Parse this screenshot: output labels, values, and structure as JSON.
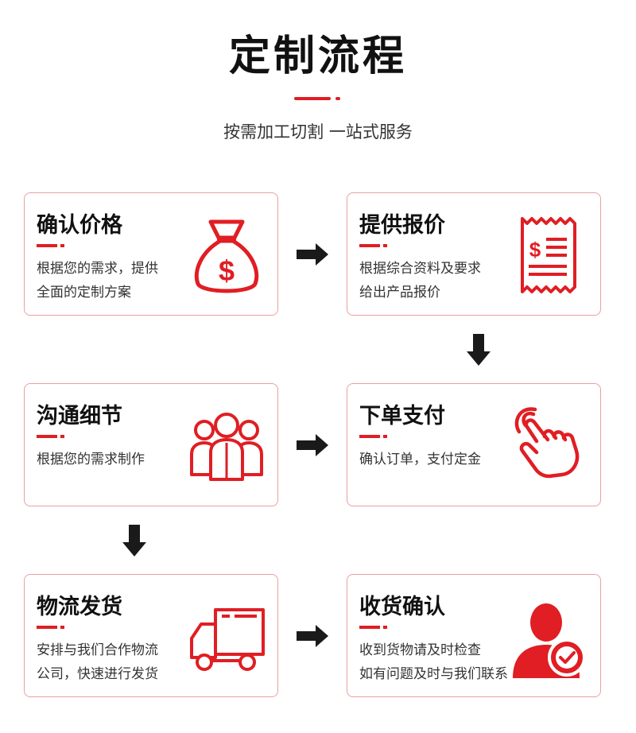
{
  "header": {
    "title": "定制流程",
    "subtitle": "按需加工切割 一站式服务"
  },
  "steps": [
    {
      "title": "确认价格",
      "desc": "根据您的需求，提供\n全面的定制方案",
      "icon": "money-bag-icon"
    },
    {
      "title": "提供报价",
      "desc": "根据综合资料及要求\n给出产品报价",
      "icon": "receipt-icon"
    },
    {
      "title": "沟通细节",
      "desc": "根据您的需求制作",
      "icon": "people-group-icon"
    },
    {
      "title": "下单支付",
      "desc": "确认订单，支付定金",
      "icon": "hand-tap-icon"
    },
    {
      "title": "物流发货",
      "desc": "安排与我们合作物流\n公司，快速进行发货",
      "icon": "truck-icon"
    },
    {
      "title": "收货确认",
      "desc": "收到货物请及时检查\n如有问题及时与我们联系",
      "icon": "user-check-icon"
    }
  ],
  "colors": {
    "accent": "#e01e23",
    "border": "#e9a0a2",
    "arrow": "#1a1a1a"
  }
}
